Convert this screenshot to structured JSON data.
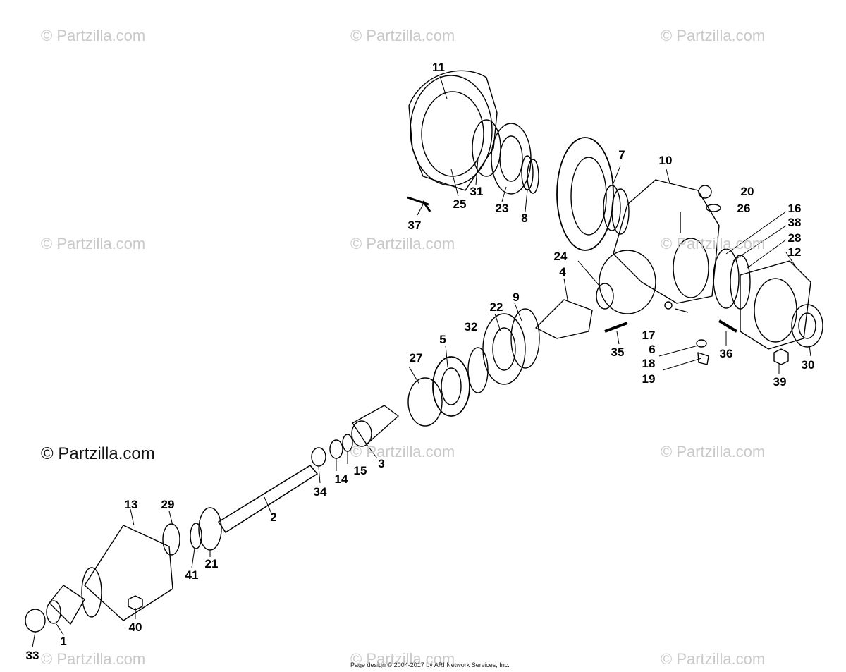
{
  "watermarks": [
    "© Partzilla.com",
    "© Partzilla.com",
    "© Partzilla.com",
    "© Partzilla.com",
    "© Partzilla.com",
    "© Partzilla.com",
    "© Partzilla.com",
    "© Partzilla.com",
    "© Partzilla.com",
    "© Partzilla.com",
    "© Partzilla.com"
  ],
  "main_watermark": "© Partzilla.com",
  "footer": "Page design © 2004-2017 by ARI Network Services, Inc.",
  "callouts": [
    "11",
    "7",
    "10",
    "20",
    "26",
    "16",
    "38",
    "28",
    "12",
    "25",
    "31",
    "23",
    "8",
    "37",
    "24",
    "4",
    "22",
    "9",
    "17",
    "6",
    "18",
    "19",
    "35",
    "36",
    "39",
    "30",
    "32",
    "5",
    "27",
    "3",
    "15",
    "14",
    "34",
    "2",
    "13",
    "29",
    "41",
    "21",
    "40",
    "1",
    "33"
  ]
}
